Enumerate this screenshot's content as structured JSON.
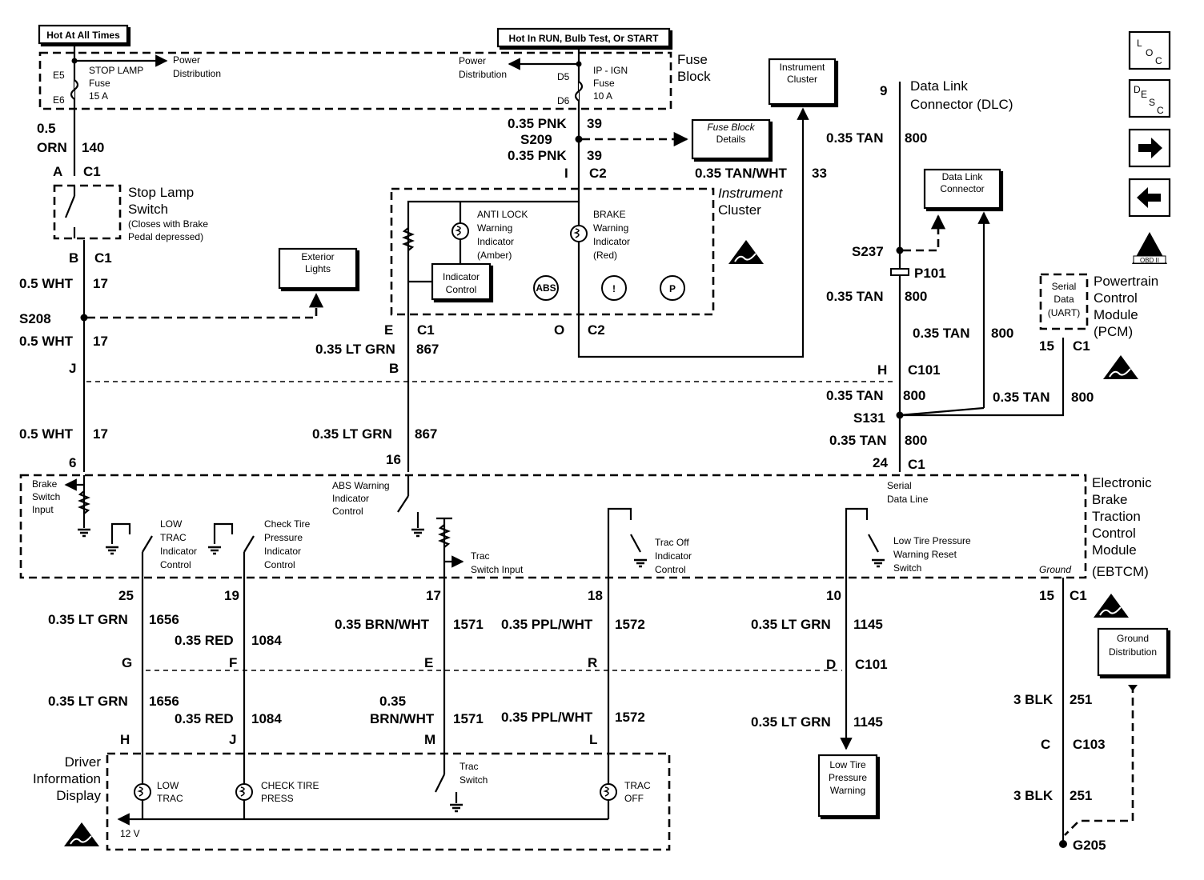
{
  "header": {
    "hot_at_all_times": "Hot At All Times",
    "hot_in_run": "Hot In RUN, Bulb Test, Or START",
    "fuse_block": [
      "Fuse",
      "Block"
    ]
  },
  "fuses": {
    "stop_lamp": {
      "name": "STOP LAMP",
      "type": "Fuse",
      "rating": "15 A",
      "pin_top": "E5",
      "pin_bottom": "E6"
    },
    "ip_ign": {
      "name": "IP - IGN",
      "type": "Fuse",
      "rating": "10 A",
      "pin_top": "D5",
      "pin_bottom": "D6"
    },
    "power_distribution": [
      "Power",
      "Distribution"
    ]
  },
  "boxes": {
    "instrument_cluster_ref": [
      "Instrument",
      "Cluster"
    ],
    "fuse_block_details": [
      "Fuse Block",
      "Details"
    ],
    "exterior_lights": [
      "Exterior",
      "Lights"
    ],
    "data_link_connector_ref": [
      "Data Link",
      "Connector"
    ],
    "serial_data": [
      "Serial",
      "Data",
      "(UART)"
    ],
    "ground_distribution": [
      "Ground",
      "Distribution"
    ],
    "low_tire_pressure_warning": [
      "Low Tire",
      "Pressure",
      "Warning"
    ],
    "indicator_control": [
      "Indicator",
      "Control"
    ]
  },
  "components": {
    "stop_lamp_switch": [
      "Stop Lamp",
      "Switch",
      "(Closes with Brake",
      "Pedal depressed)"
    ],
    "instrument_cluster": [
      "Instrument",
      "Cluster"
    ],
    "anti_lock_indicator": [
      "ANTI LOCK",
      "Warning",
      "Indicator",
      "(Amber)"
    ],
    "brake_indicator": [
      "BRAKE",
      "Warning",
      "Indicator",
      "(Red)"
    ],
    "indicators": [
      "ABS",
      "!",
      "P"
    ],
    "dlc": [
      "Data Link",
      "Connector (DLC)"
    ],
    "pcm": [
      "Powertrain",
      "Control",
      "Module",
      "(PCM)"
    ],
    "ebtcm": [
      "Electronic",
      "Brake",
      "Traction",
      "Control",
      "Module",
      "(EBTCM)"
    ],
    "ebtcm_parts": {
      "brake_switch_input": [
        "Brake",
        "Switch",
        "Input"
      ],
      "abs_warning": [
        "ABS Warning",
        "Indicator",
        "Control"
      ],
      "low_trac": [
        "LOW",
        "TRAC",
        "Indicator",
        "Control"
      ],
      "check_tire": [
        "Check Tire",
        "Pressure",
        "Indicator",
        "Control"
      ],
      "trac_switch_input": [
        "Trac",
        "Switch Input"
      ],
      "trac_off": [
        "Trac Off",
        "Indicator",
        "Control"
      ],
      "low_tire_reset": [
        "Low Tire Pressure",
        "Warning Reset",
        "Switch"
      ],
      "serial_data_line": [
        "Serial",
        "Data Line"
      ],
      "ground": "Ground"
    },
    "driver_info_display": [
      "Driver",
      "Information",
      "Display"
    ],
    "dic_parts": {
      "low_trac": [
        "LOW",
        "TRAC"
      ],
      "check_tire": [
        "CHECK TIRE",
        "PRESS"
      ],
      "trac_switch": [
        "Trac",
        "Switch"
      ],
      "trac_off": [
        "TRAC",
        "OFF"
      ],
      "voltage": "12 V"
    },
    "ground_point": "G205"
  },
  "wires": {
    "w140": {
      "size": [
        "0.5",
        "ORN"
      ],
      "circuit": "140"
    },
    "stop_c1_top": {
      "pin": "A",
      "conn": "C1"
    },
    "stop_c1_bot": {
      "pin": "B",
      "conn": "C1"
    },
    "w17a": {
      "gauge": "0.5 WHT",
      "circuit": "17"
    },
    "splice_s208": "S208",
    "w17b": {
      "gauge": "0.5 WHT",
      "circuit": "17"
    },
    "j_pin": "J",
    "w17c": {
      "gauge": "0.5 WHT",
      "circuit": "17"
    },
    "pin_6": "6",
    "w39a": {
      "gauge": "0.35 PNK",
      "circuit": "39"
    },
    "splice_s209": "S209",
    "w39b": {
      "gauge": "0.35 PNK",
      "circuit": "39"
    },
    "ic_c2_top": {
      "pin": "I",
      "conn": "C2"
    },
    "ic_c1": {
      "pin": "E",
      "conn": "C1"
    },
    "ic_c2_bot": {
      "pin": "O",
      "conn": "C2"
    },
    "w867a": {
      "gauge": "0.35 LT GRN",
      "circuit": "867"
    },
    "pin_b": "B",
    "w867b": {
      "gauge": "0.35 LT GRN",
      "circuit": "867"
    },
    "pin_16": "16",
    "w33": {
      "gauge": "0.35 TAN/WHT",
      "circuit": "33"
    },
    "dlc_pin": "9",
    "w800a": {
      "gauge": "0.35 TAN",
      "circuit": "800"
    },
    "splice_s237": "S237",
    "p101": "P101",
    "w800b": {
      "gauge": "0.35 TAN",
      "circuit": "800"
    },
    "w800c": {
      "gauge": "0.35 TAN",
      "circuit": "800"
    },
    "pcm_pin": {
      "pin": "15",
      "conn": "C1"
    },
    "c101_h": {
      "pin": "H",
      "conn": "C101"
    },
    "w800d": {
      "gauge": "0.35 TAN",
      "circuit": "800"
    },
    "w800e": {
      "gauge": "0.35 TAN",
      "circuit": "800"
    },
    "splice_s131": "S131",
    "w800f": {
      "gauge": "0.35 TAN",
      "circuit": "800"
    },
    "ebtcm_24": {
      "pin": "24",
      "conn": "C1"
    },
    "ebtcm_pins": [
      "25",
      "19",
      "17",
      "18",
      "10"
    ],
    "ebtcm_15": {
      "pin": "15",
      "conn": "C1"
    },
    "w1656a": {
      "gauge": "0.35 LT GRN",
      "circuit": "1656"
    },
    "w1084a": {
      "gauge": "0.35 RED",
      "circuit": "1084"
    },
    "w1571a": {
      "gauge": "0.35 BRN/WHT",
      "circuit": "1571"
    },
    "w1572a": {
      "gauge": "0.35 PPL/WHT",
      "circuit": "1572"
    },
    "w1145a": {
      "gauge": "0.35 LT GRN",
      "circuit": "1145"
    },
    "c101_pins": [
      "G",
      "F",
      "E",
      "R"
    ],
    "c101_d": {
      "pin": "D",
      "conn": "C101"
    },
    "w1656b": {
      "gauge": "0.35 LT GRN",
      "circuit": "1656"
    },
    "w1084b": {
      "gauge": "0.35 RED",
      "circuit": "1084"
    },
    "w1571b": {
      "gauge": [
        "0.35",
        "BRN/WHT"
      ],
      "circuit": "1571"
    },
    "w1572b": {
      "gauge": "0.35 PPL/WHT",
      "circuit": "1572"
    },
    "w1145b": {
      "gauge": "0.35 LT GRN",
      "circuit": "1145"
    },
    "dic_pins": [
      "H",
      "J",
      "M",
      "L"
    ],
    "w251a": {
      "gauge": "3 BLK",
      "circuit": "251"
    },
    "c103": {
      "pin": "C",
      "conn": "C103"
    },
    "w251b": {
      "gauge": "3 BLK",
      "circuit": "251"
    }
  },
  "side_icons": {
    "loc": [
      "L",
      "O",
      "C"
    ],
    "desc": [
      "D",
      "E",
      "S",
      "C"
    ],
    "next": "right-arrow-icon",
    "prev": "left-arrow-icon",
    "esd": "OBD II"
  }
}
